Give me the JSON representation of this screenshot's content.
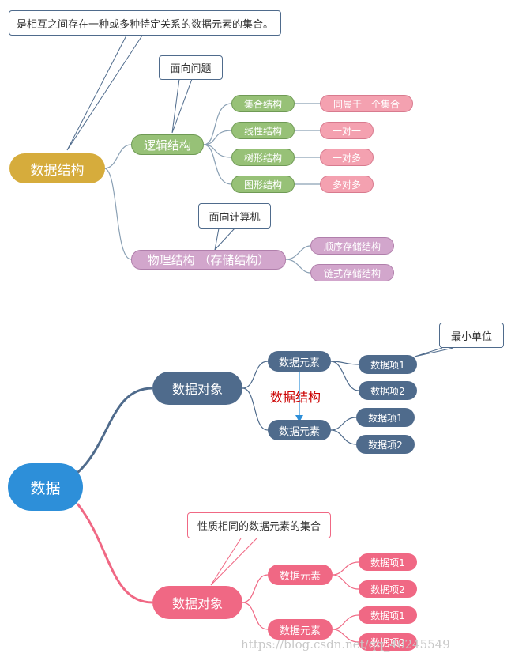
{
  "top": {
    "central": "数据结构",
    "definition": "是相互之间存在一种或多种特定关系的数据元素的集合。",
    "logical": {
      "label": "逻辑结构",
      "callout": "面向问题",
      "types": [
        {
          "name": "集合结构",
          "desc": "同属于一个集合"
        },
        {
          "name": "线性结构",
          "desc": "一对一"
        },
        {
          "name": "树形结构",
          "desc": "一对多"
        },
        {
          "name": "图形结构",
          "desc": "多对多"
        }
      ]
    },
    "physical": {
      "label": "物理结构 （存储结构）",
      "callout": "面向计算机",
      "types": [
        "顺序存储结构",
        "链式存储结构"
      ]
    }
  },
  "bottom": {
    "central": "数据",
    "objects": [
      {
        "label": "数据对象",
        "elements": [
          {
            "label": "数据元素",
            "items": [
              "数据项1",
              "数据项2"
            ]
          },
          {
            "label": "数据元素",
            "items": [
              "数据项1",
              "数据项2"
            ]
          }
        ],
        "relation_label": "数据结构",
        "item_callout": "最小单位"
      },
      {
        "label": "数据对象",
        "callout": "性质相同的数据元素的集合",
        "elements": [
          {
            "label": "数据元素",
            "items": [
              "数据项1",
              "数据项2"
            ]
          },
          {
            "label": "数据元素",
            "items": [
              "数据项1",
              "数据项2"
            ]
          }
        ]
      }
    ]
  },
  "watermark": "https://blog.csdn.net/qq_40245549",
  "colors": {
    "gold": "#d6ac3c",
    "green": "#97c177",
    "pink": "#f4a1b0",
    "purple": "#d2a6cc",
    "slate": "#4f6b8c",
    "blue": "#2d8fd9",
    "rose": "#f06884"
  }
}
